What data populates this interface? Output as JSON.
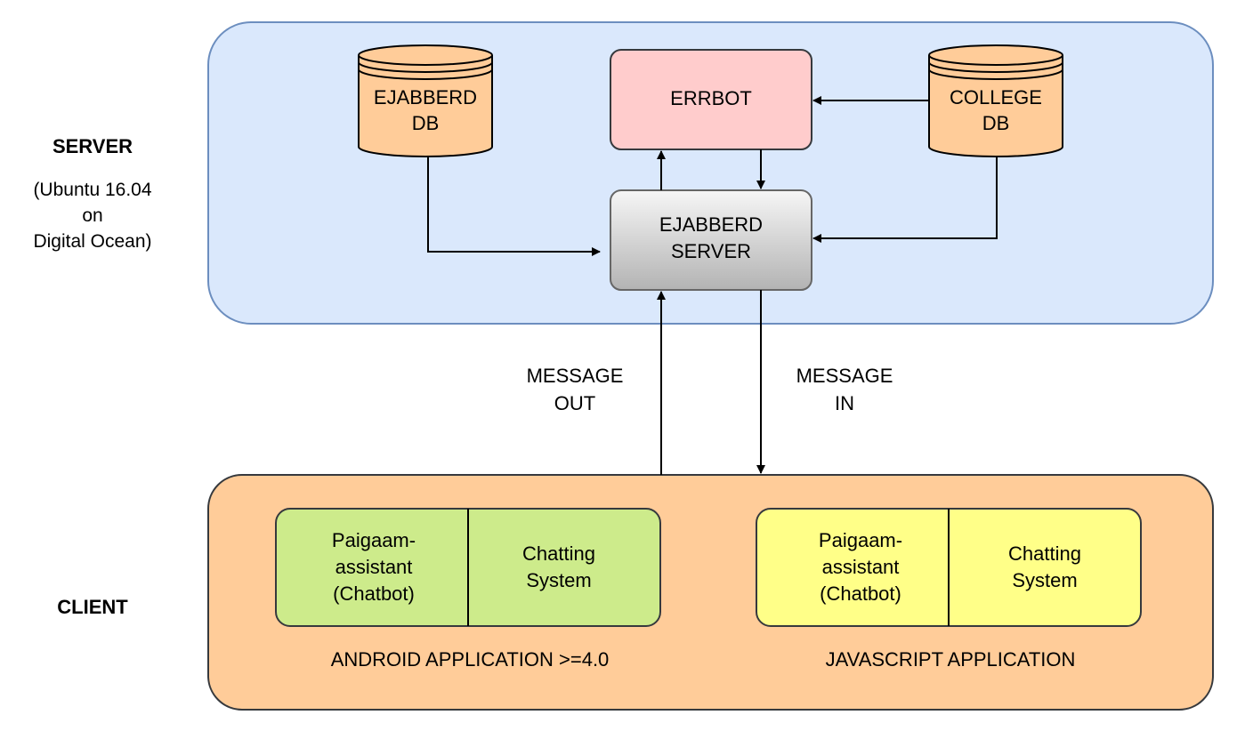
{
  "server": {
    "label": "SERVER",
    "sub_lines": [
      "(Ubuntu 16.04",
      "on",
      "Digital Ocean)"
    ],
    "fill": "#dae8fc",
    "stroke": "#6c8ebf"
  },
  "client": {
    "label": "CLIENT",
    "fill": "#ffcc99",
    "stroke": "#36393d"
  },
  "nodes": {
    "ejabberd_db": {
      "lines": [
        "EJABBERD",
        "DB"
      ],
      "fill": "#ffcc99"
    },
    "errbot": {
      "label": "ERRBOT",
      "fill": "#ffcccc"
    },
    "college_db": {
      "lines": [
        "COLLEGE",
        "DB"
      ],
      "fill": "#ffcc99"
    },
    "ejabberd_server": {
      "lines": [
        "EJABBERD",
        "SERVER"
      ]
    }
  },
  "flows": {
    "message_out": [
      "MESSAGE",
      "OUT"
    ],
    "message_in": [
      "MESSAGE",
      "IN"
    ]
  },
  "android_app": {
    "label": "ANDROID APPLICATION >=4.0",
    "fill": "#cdeb8b",
    "left_lines": [
      "Paigaam-",
      "assistant",
      "(Chatbot)"
    ],
    "right_lines": [
      "Chatting",
      "System"
    ]
  },
  "javascript_app": {
    "label": "JAVASCRIPT APPLICATION",
    "fill": "#ffff88",
    "left_lines": [
      "Paigaam-",
      "assistant",
      "(Chatbot)"
    ],
    "right_lines": [
      "Chatting",
      "System"
    ]
  }
}
